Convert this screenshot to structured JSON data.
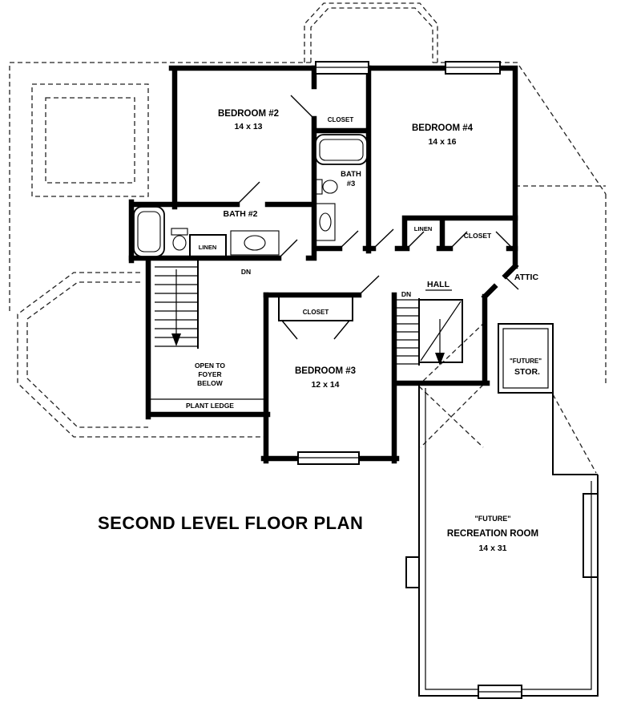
{
  "title": "SECOND LEVEL FLOOR PLAN",
  "colors": {
    "ink": "#000000",
    "paper": "#ffffff"
  },
  "rooms": {
    "bedroom2": {
      "label": "BEDROOM #2",
      "dims": "14 x 13"
    },
    "bedroom3": {
      "label": "BEDROOM #3",
      "dims": "12 x 14"
    },
    "bedroom4": {
      "label": "BEDROOM #4",
      "dims": "14 x 16"
    },
    "bath2": {
      "label": "BATH #2"
    },
    "bath3": {
      "label_line1": "BATH",
      "label_line2": "#3"
    },
    "hall": {
      "label": "HALL"
    },
    "attic": {
      "label": "ATTIC"
    },
    "open_to_foyer": {
      "line1": "OPEN TO",
      "line2": "FOYER",
      "line3": "BELOW"
    },
    "plant_ledge": {
      "label": "PLANT LEDGE"
    },
    "future_storage": {
      "qualifier": "\"FUTURE\"",
      "label": "STOR."
    },
    "recreation": {
      "qualifier": "\"FUTURE\"",
      "label": "RECREATION ROOM",
      "dims": "14 x 31"
    }
  },
  "closets": {
    "closet_top": "CLOSET",
    "closet_bedroom4": "CLOSET",
    "closet_bedroom3": "CLOSET",
    "linen_left": "LINEN",
    "linen_right": "LINEN"
  },
  "stairs": {
    "down_left": "DN",
    "down_right": "DN"
  }
}
